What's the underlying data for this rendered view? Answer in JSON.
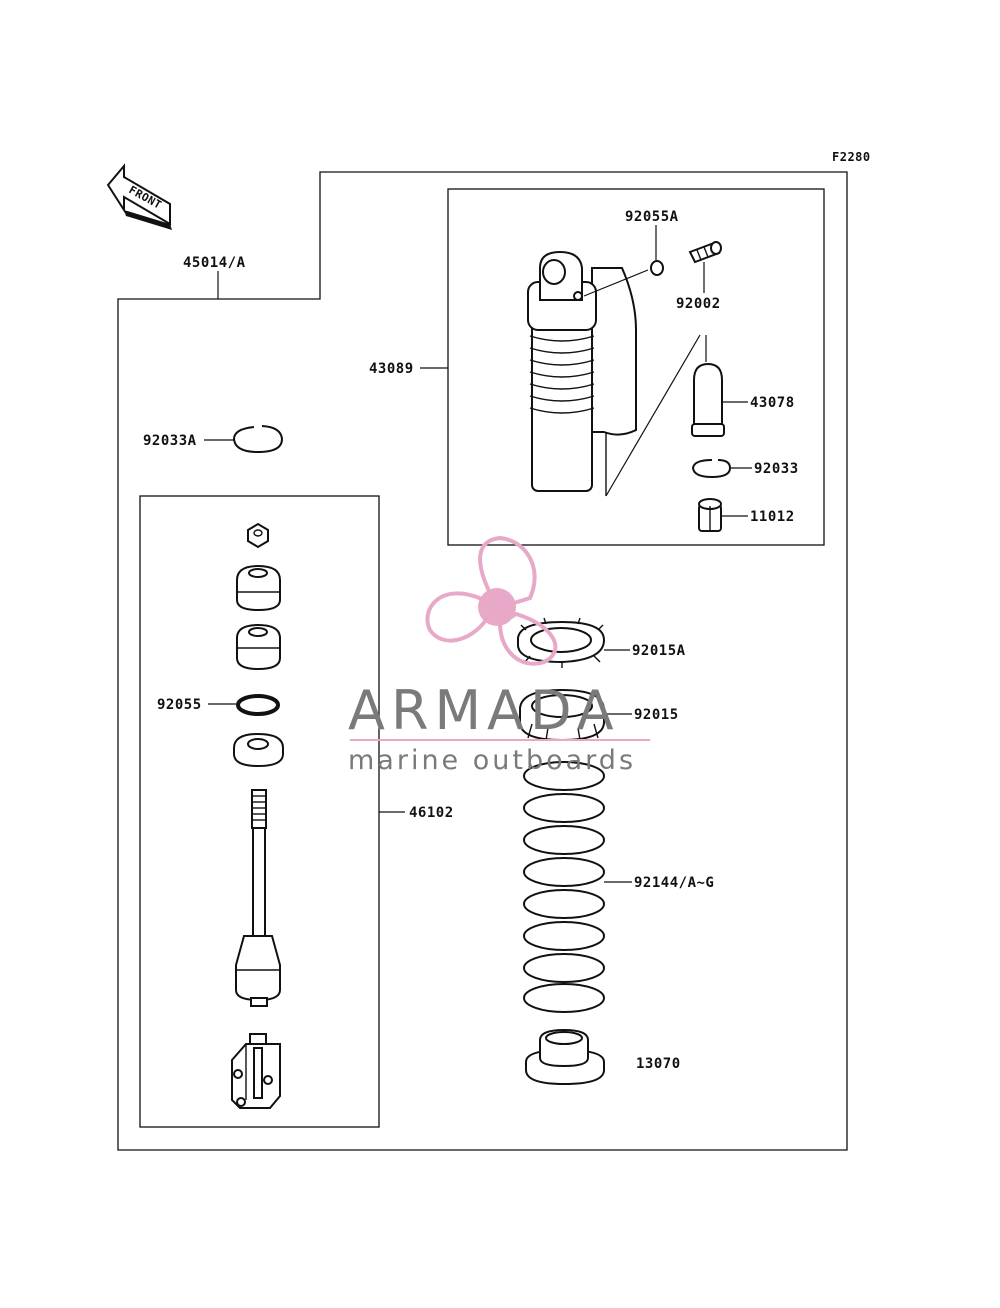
{
  "figure_code": "F2280",
  "front_arrow": {
    "text": "FRONT",
    "icon": "front-arrow-icon"
  },
  "parts": {
    "assembly": "45014/A",
    "shock_body": "43089",
    "o_ring_top": "92055A",
    "valve": "92002",
    "cap": "43078",
    "circlip": "92033",
    "nut_small": "11012",
    "circlip_a": "92033A",
    "rod_assembly": "46102",
    "o_ring": "92055",
    "locknut_a": "92015A",
    "locknut": "92015",
    "spring": "92144/A~G",
    "spring_seat": "13070"
  },
  "watermark": {
    "brand": "ARMADA",
    "tagline": "marine outboards",
    "color_accent": "#e8a9c9",
    "color_text": "#777777",
    "icon": "propeller-icon"
  }
}
